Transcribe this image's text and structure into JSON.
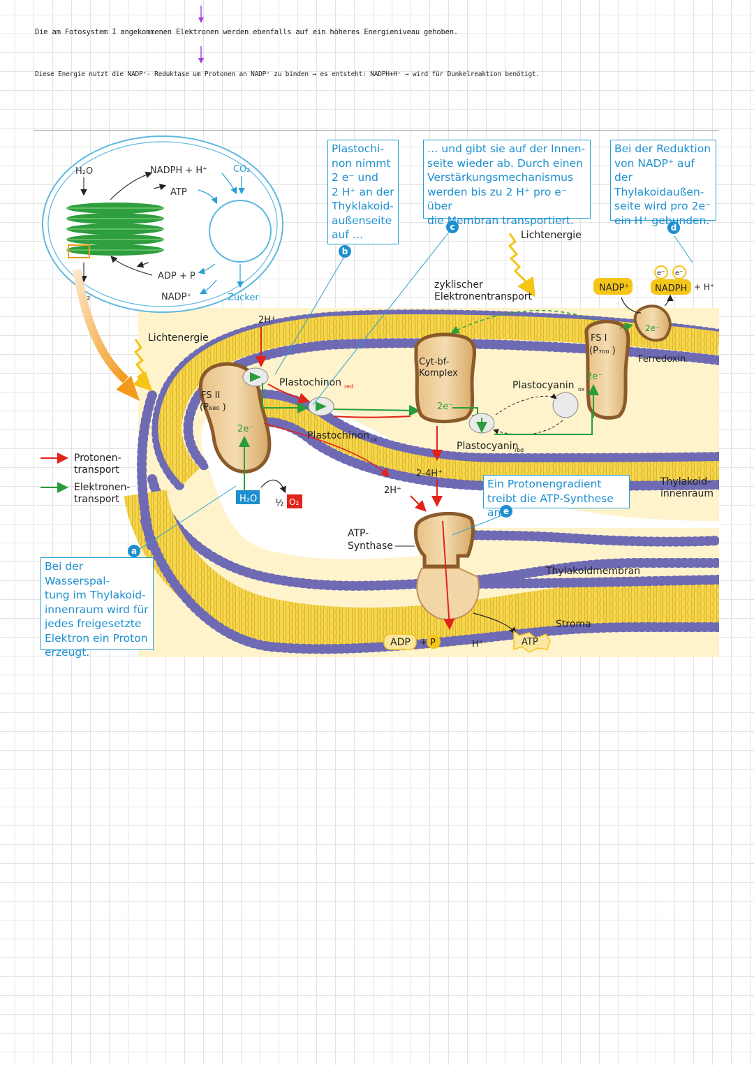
{
  "notes": {
    "line1": "Die am Fotosystem I angekommenen Elektronen werden ebenfalls auf ein höheres Energieniveau gehoben.",
    "line2": "Diese Energie nutzt die NADP⁺- Reduktase um Protonen an NADP⁺ zu binden → es entsteht: NADPH+H⁺ → wird für Dunkelreaktion benötigt."
  },
  "colors": {
    "proton_arrow": "#e2231a",
    "electron_arrow": "#2a9d3a",
    "callout_text": "#1e8fcf",
    "membrane_yellow": "#f5d84a",
    "lumen": "#fff3cc",
    "head_purple": "#6e6ab4",
    "protein_brown": "#8b5a2b",
    "chloroplast_green": "#2e9e3e"
  },
  "chloroplast": {
    "h2o": "H₂O",
    "o2": "O₂",
    "nadph": "NADPH + H⁺",
    "atp": "ATP",
    "co2": "CO₂",
    "adp_p": "ADP + P",
    "nadp": "NADP⁺",
    "zucker": "Zucker"
  },
  "labels": {
    "lichtenergie_left": "Lichtenergie",
    "lichtenergie_right": "Lichtenergie",
    "two_h_top": "2H⁺",
    "fs2": "FS II",
    "p680": "(P₆₈₀ )",
    "two_e_fs2": "2e⁻",
    "plastochinon_red": "Plastochinon",
    "red_sub": "red",
    "plastochinon_ox": "Plastochinon",
    "ox_sub": "ox",
    "cytbf": "Cyt-bf-",
    "komplex": "Komplex",
    "two_e_cyt": "2e⁻",
    "zyklisch1": "zyklischer",
    "zyklisch2": "Elektronentransport",
    "plastocyanin_ox": "Plastocyanin",
    "plastocyanin_red": "Plastocyanin",
    "fs1": "FS I",
    "p700": "(P₇₀₀ )",
    "two_e_fs1": "2e⁻",
    "nadp_plus": "NADP⁺",
    "e_minus": "e⁻",
    "nadph": "NADPH",
    "plus_h": "+ H⁺",
    "two_e_fd": "2e⁻",
    "ferredoxin": "Ferredoxin",
    "h2o_box": "H₂O",
    "half": "½",
    "o2_box": "O₂",
    "two_h_atp": "2H⁺",
    "two_four_h": "2-4H⁺",
    "atp_synthase1": "ATP-",
    "atp_synthase2": "Synthase",
    "thylakoidinnenraum1": "Thylakoid-",
    "thylakoidinnenraum2": "innenraum",
    "thylakoidmembran": "Thylakoidmembran",
    "stroma": "Stroma",
    "adp": "ADP",
    "plus": "+",
    "p": "P",
    "h_plus": "H⁺",
    "atp": "ATP"
  },
  "legend": {
    "protonen1": "Protonen-",
    "protonen2": "transport",
    "elektronen1": "Elektronen-",
    "elektronen2": "transport"
  },
  "callouts": {
    "a": {
      "badge": "a",
      "lines": [
        "Bei der Wasserspal-",
        "tung im Thylakoid-",
        "innenraum wird für",
        "jedes freigesetzte",
        "Elektron ein Proton",
        "erzeugt."
      ]
    },
    "b": {
      "badge": "b",
      "lines": [
        "Plastochi-",
        "non nimmt",
        "2 e⁻ und",
        "2 H⁺ an der",
        "Thyklakoid-",
        "außenseite",
        "auf …"
      ]
    },
    "c": {
      "badge": "c",
      "lines": [
        "… und gibt sie auf der Innen-",
        "seite wieder ab. Durch einen",
        "Verstärkungsmechanismus",
        "werden bis zu 2 H⁺ pro e⁻ über",
        "die Membran transportiert."
      ]
    },
    "d": {
      "badge": "d",
      "lines": [
        "Bei der Reduktion",
        "von NADP⁺ auf der",
        "Thylakoidaußen-",
        "seite wird pro 2e⁻",
        "ein H⁺ gebunden."
      ]
    },
    "e": {
      "badge": "e",
      "lines": [
        "Ein Protonengradient",
        "treibt die ATP-Synthese an."
      ]
    }
  }
}
